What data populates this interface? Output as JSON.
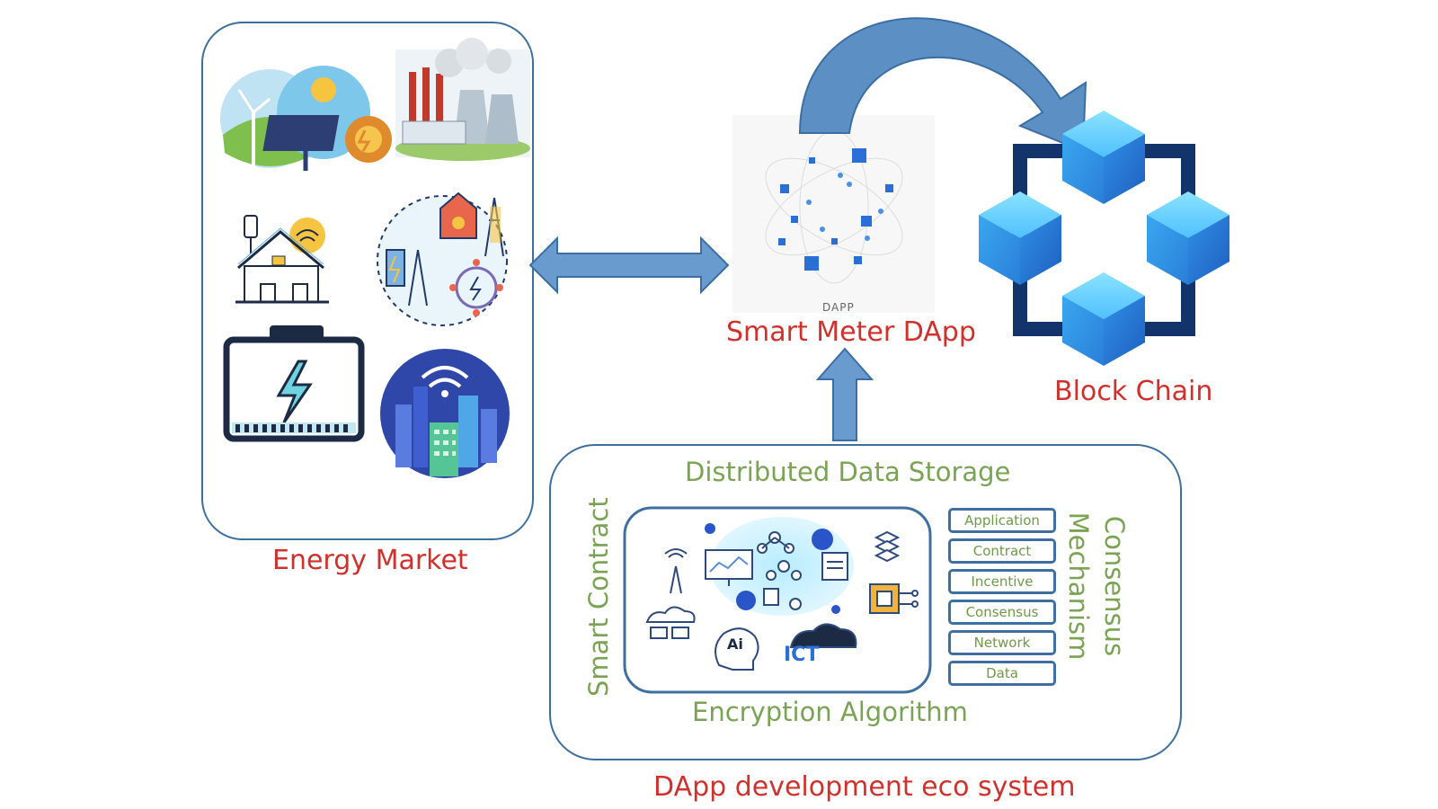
{
  "labels": {
    "energy_market": "Energy Market",
    "smart_meter": "Smart Meter DApp",
    "dapp_small": "DAPP",
    "block_chain": "Block Chain",
    "distributed_storage": "Distributed Data Storage",
    "smart_contract": "Smart Contract",
    "encryption": "Encryption Algorithm",
    "consensus_mechanism_1": "Consensus",
    "consensus_mechanism_2": "Mechanism",
    "dapp_eco": "DApp development eco system",
    "ict": "ICT",
    "ai": "Ai"
  },
  "layers": [
    "Application",
    "Contract",
    "Incentive",
    "Consensus",
    "Network",
    "Data"
  ],
  "colors": {
    "label_red": "#d0312d",
    "label_green": "#7aa354",
    "arrow_blue": "#6a9bcf",
    "cube_blue": "#3fa9f5",
    "frame_navy": "#13336b"
  }
}
